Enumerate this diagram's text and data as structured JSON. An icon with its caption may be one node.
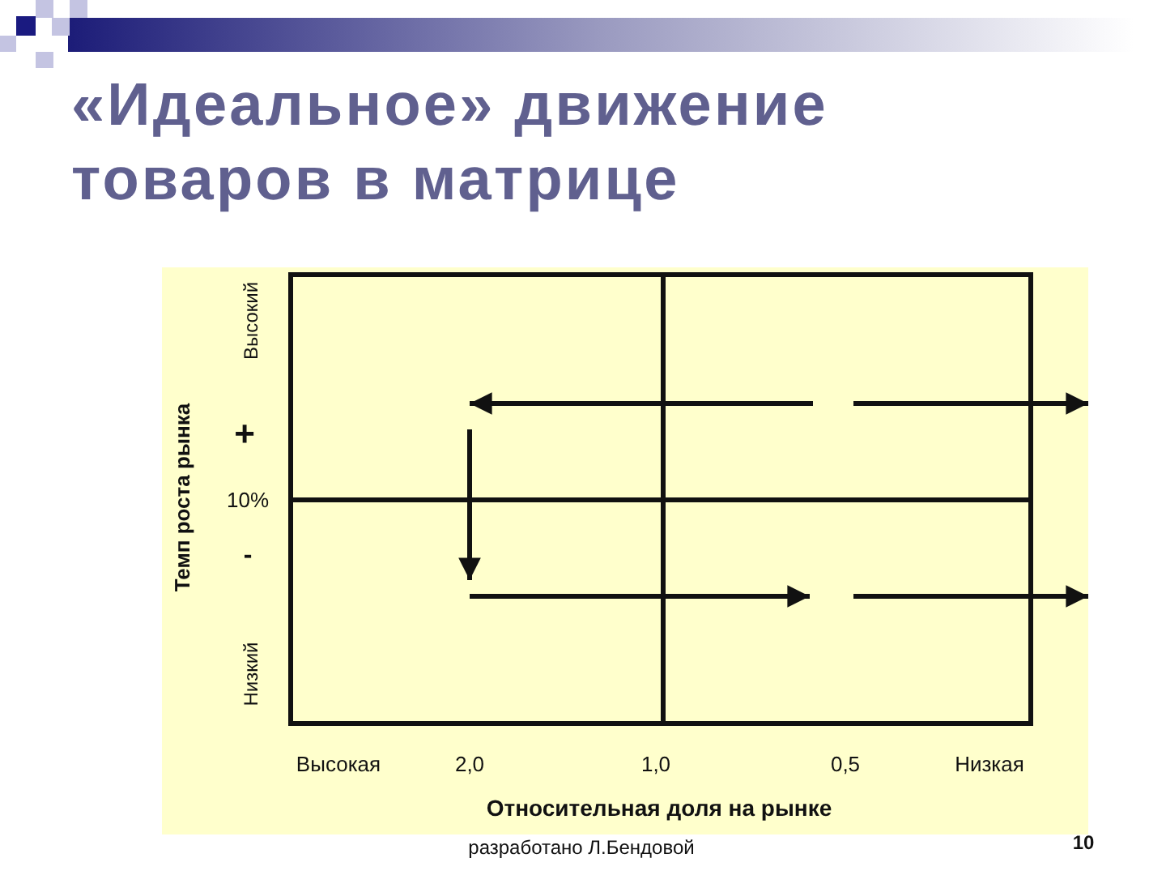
{
  "diagram": {
    "title": "«Идеальное» движение товаров в матрице",
    "nodes": [
      {
        "text": [],
        "shape": "box"
      },
      {
        "text": [],
        "shape": "box"
      },
      {
        "text": [],
        "shape": "box"
      },
      {
        "text": [],
        "shape": "box"
      }
    ],
    "edges": [
      {
        "from": 1,
        "to": 0,
        "arrow": "to"
      },
      {
        "from": 0,
        "to": 2,
        "arrow": "to"
      },
      {
        "from": 2,
        "to": 3,
        "arrow": "to"
      },
      {
        "from": 1,
        "to": null,
        "arrow": "to"
      },
      {
        "from": 3,
        "to": null,
        "arrow": "to"
      }
    ],
    "labels": [
      "Темп роста рынка",
      "Высокий",
      "+",
      "10%",
      "-",
      "Низкий",
      "Высокая",
      "2,0",
      "1,0",
      "0,5",
      "Низкая",
      "Относительная доля на рынке",
      "разработано Л.Бендовой",
      "10"
    ]
  }
}
